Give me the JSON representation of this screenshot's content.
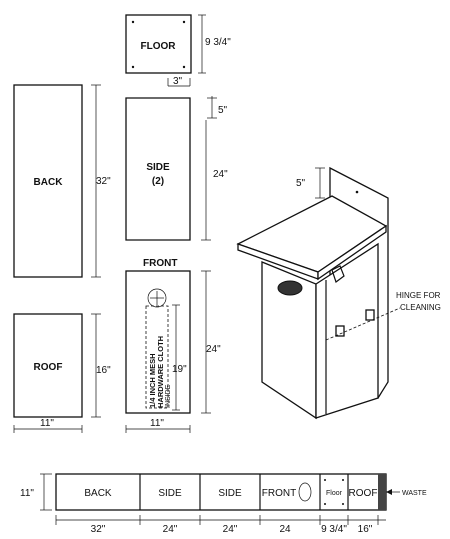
{
  "parts": {
    "floor": "FLOOR",
    "back": "BACK",
    "side": "SIDE",
    "side_count": "(2)",
    "front": "FRONT",
    "roof": "ROOF"
  },
  "dims": {
    "floor_h": "9 3/4\"",
    "gap_3": "3\"",
    "gap_5": "5\"",
    "side_h": "24\"",
    "back_h": "32\"",
    "front_h": "24\"",
    "front_inner": "19\"",
    "roof_h": "16\"",
    "width_left": "11\"",
    "width_right": "11\"",
    "assembly_5": "5\""
  },
  "front_note": {
    "line1": "1/4 INCH MESH",
    "line2": "HARDWARE CLOTH",
    "line3": "INSIDE"
  },
  "assembly": {
    "hinge_line1": "HINGE FOR",
    "hinge_line2": "CLEANING"
  },
  "cut_layout": {
    "height": "11\"",
    "segments": [
      {
        "label": "BACK",
        "length": "32\""
      },
      {
        "label": "SIDE",
        "length": "24\""
      },
      {
        "label": "SIDE",
        "length": "24\""
      },
      {
        "label": "FRONT",
        "length": "24"
      },
      {
        "label": "Floor",
        "length": "9 3/4\""
      },
      {
        "label": "ROOF",
        "length": "16\""
      }
    ],
    "waste": "WASTE"
  }
}
